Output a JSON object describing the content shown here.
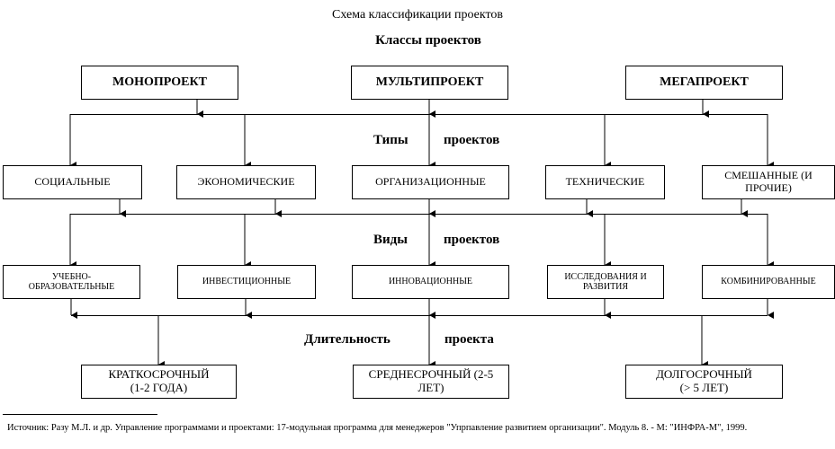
{
  "title": "Схема классификации проектов",
  "sections": {
    "classes": "Классы проектов",
    "types_a": "Типы",
    "types_b": "проектов",
    "kinds_a": "Виды",
    "kinds_b": "проектов",
    "duration_a": "Длительность",
    "duration_b": "проекта"
  },
  "classes": [
    "МОНОПРОЕКТ",
    "МУЛЬТИПРОЕКТ",
    "МЕГАПРОЕКТ"
  ],
  "types": [
    "СОЦИАЛЬНЫЕ",
    "ЭКОНОМИЧЕСКИЕ",
    "ОРГАНИЗАЦИОННЫЕ",
    "ТЕХНИЧЕСКИЕ",
    "СМЕШАННЫЕ (И ПРОЧИЕ)"
  ],
  "kinds": [
    "УЧЕБНО-ОБРАЗОВАТЕЛЬНЫЕ",
    "ИНВЕСТИЦИОННЫЕ",
    "ИННОВАЦИОННЫЕ",
    "ИССЛЕДОВАНИЯ И РАЗВИТИЯ",
    "КОМБИНИРОВАННЫЕ"
  ],
  "durations": [
    "КРАТКОСРОЧНЫЙ (1-2 ГОДА)",
    "СРЕДНЕСРОЧНЫЙ (2-5 ЛЕТ)",
    "ДОЛГОСРОЧНЫЙ (> 5 ЛЕТ)"
  ],
  "footnote": "Источник: Разу М.Л. и др. Управление программами и проектами: 17-модульная программа для менеджеров \"Упрпавление развитием организации\". Модуль 8. - М: \"ИНФРА-М\", 1999."
}
